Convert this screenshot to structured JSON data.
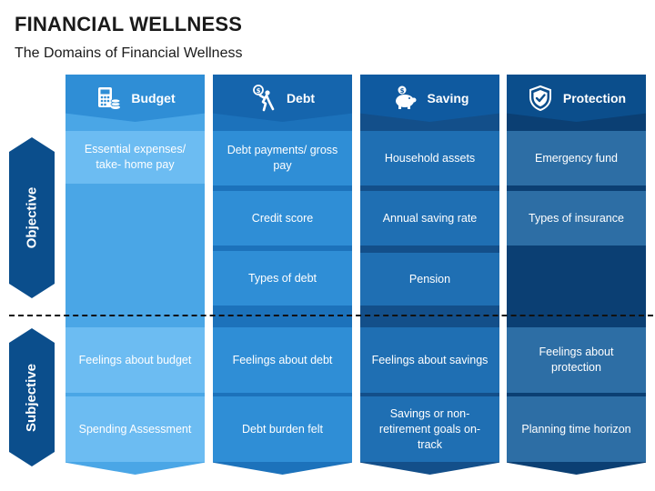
{
  "title": "FINANCIAL WELLNESS",
  "subtitle": "The Domains of Financial Wellness",
  "rows": {
    "objective": "Objective",
    "subjective": "Subjective"
  },
  "colors": {
    "navy": "#0b4e8c",
    "light_blue": "#4aa6e6",
    "mid_blue": "#1c72bb",
    "dark_blue": "#134f8a",
    "teal": "#2d6ea5"
  },
  "columns": [
    {
      "name": "Budget",
      "icon": "calculator-coins-icon",
      "objective": [
        "Essential expenses/ take- home pay"
      ],
      "subjective": [
        "Feelings about budget",
        "Spending Assessment"
      ]
    },
    {
      "name": "Debt",
      "icon": "person-carrying-debt-icon",
      "objective": [
        "Debt payments/ gross pay",
        "Credit score",
        "Types of debt"
      ],
      "subjective": [
        "Feelings about debt",
        "Debt burden felt"
      ]
    },
    {
      "name": "Saving",
      "icon": "piggy-bank-icon",
      "objective": [
        "Household assets",
        "Annual saving rate",
        "Pension"
      ],
      "subjective": [
        "Feelings about savings",
        "Savings or non-retirement goals on- track"
      ]
    },
    {
      "name": "Protection",
      "icon": "shield-check-icon",
      "objective": [
        "Emergency fund",
        "Types of insurance"
      ],
      "subjective": [
        "Feelings about protection",
        "Planning time horizon"
      ]
    }
  ]
}
